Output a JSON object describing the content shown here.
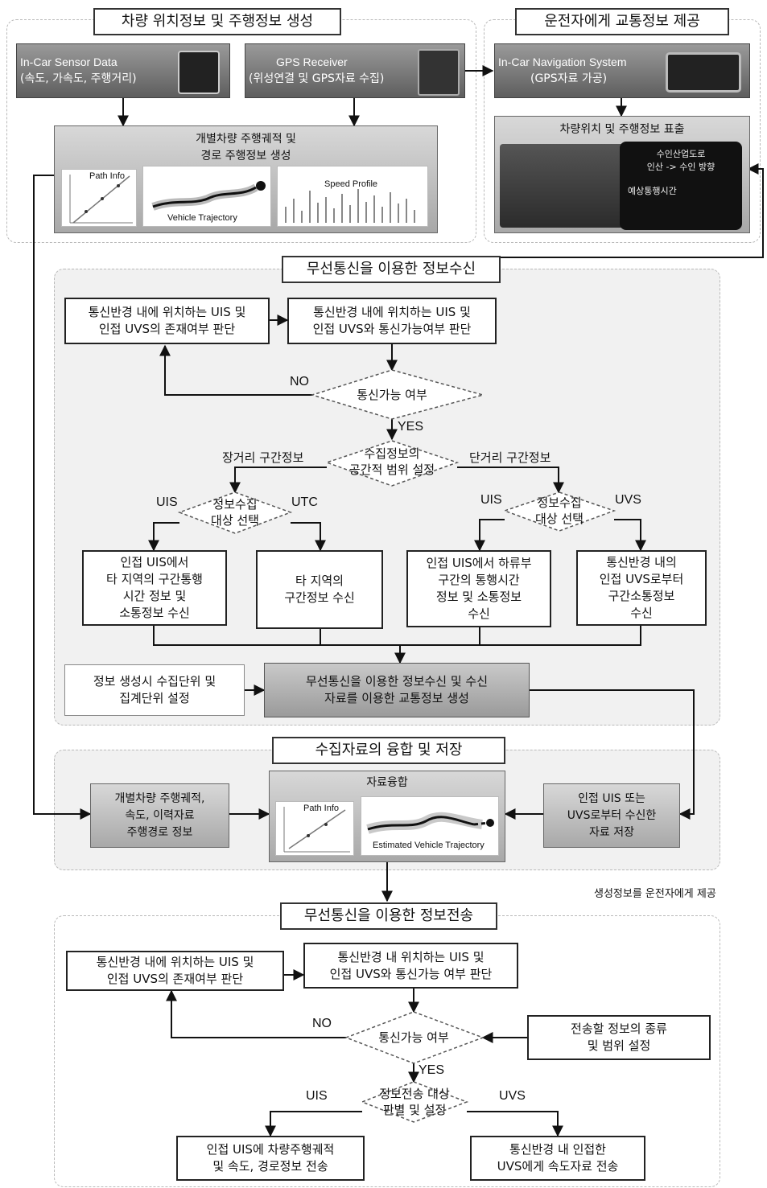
{
  "s1": {
    "title": "차량 위치정보 및 주행정보 생성",
    "sensor": {
      "line1": "In-Car Sensor Data",
      "line2": "(속도, 가속도, 주행거리)"
    },
    "gps": {
      "line1": "GPS Receiver",
      "line2": "(위성연결 및 GPS자료 수집)"
    },
    "traj": {
      "line1": "개별차량 주행궤적 및",
      "line2": "경로 주행정보 생성"
    },
    "path_info": "Path Info",
    "vehicle_trajectory": "Vehicle Trajectory",
    "speed_profile": "Speed Profile"
  },
  "s2": {
    "title": "운전자에게 교통정보 제공",
    "nav": {
      "line1": "In-Car Navigation System",
      "line2": "(GPS자료 가공)"
    },
    "display": {
      "title": "차량위치 및 주행정보 표출",
      "line1": "수인산업도로",
      "line2": "인산 -> 수인 방향",
      "line3": "예상통행시간"
    }
  },
  "s3": {
    "title": "무선통신을 이용한 정보수신",
    "box_a": {
      "line1": "통신반경 내에 위치하는 UIS 및",
      "line2": "인접 UVS의 존재여부 판단"
    },
    "box_b": {
      "line1": "통신반경 내에 위치하는 UIS 및",
      "line2": "인접 UVS와 통신가능여부 판단"
    },
    "no": "NO",
    "yes": "YES",
    "diamond_comm": "통신가능 여부",
    "diamond_range": {
      "line1": "수집정보의",
      "line2": "공간적 범위 설정"
    },
    "long": "장거리 구간정보",
    "short": "단거리 구간정보",
    "diamond_left": {
      "line1": "정보수집",
      "line2": "대상 선택"
    },
    "diamond_right": {
      "line1": "정보수집",
      "line2": "대상 선택"
    },
    "uis_l": "UIS",
    "utc": "UTC",
    "uis_r": "UIS",
    "uvs": "UVS",
    "box1": {
      "line1": "인접 UIS에서",
      "line2": "타 지역의 구간통행",
      "line3": "시간 정보 및",
      "line4": "소통정보 수신"
    },
    "box2": {
      "line1": "타 지역의",
      "line2": "구간정보 수신"
    },
    "box3": {
      "line1": "인접 UIS에서 하류부",
      "line2": "구간의 통행시간",
      "line3": "정보 및 소통정보",
      "line4": "수신"
    },
    "box4": {
      "line1": "통신반경 내의",
      "line2": "인접 UVS로부터",
      "line3": "구간소통정보",
      "line4": "수신"
    },
    "unit": {
      "line1": "정보 생성시 수집단위 및",
      "line2": "집계단위 설정"
    },
    "gen": {
      "line1": "무선통신을 이용한 정보수신 및 수신",
      "line2": "자료를 이용한 교통정보 생성"
    }
  },
  "s4": {
    "title": "수집자료의 융합 및 저장",
    "left": {
      "line1": "개별차량 주행궤적,",
      "line2": "속도, 이력자료",
      "line3": "주행경로 정보"
    },
    "center": {
      "title": "자료융합",
      "path_info": "Path Info",
      "est": "Estimated Vehicle Trajectory"
    },
    "right": {
      "line1": "인접 UIS 또는",
      "line2": "UVS로부터 수신한",
      "line3": "자료 저장"
    },
    "note": "생성정보를 운전자에게 제공"
  },
  "s5": {
    "title": "무선통신을 이용한 정보전송",
    "box_a": {
      "line1": "통신반경 내에 위치하는 UIS 및",
      "line2": "인접 UVS의 존재여부 판단"
    },
    "box_b": {
      "line1": "통신반경 내 위치하는 UIS 및",
      "line2": "인접 UVS와 통신가능 여부 판단"
    },
    "no": "NO",
    "yes": "YES",
    "diamond_comm": "통신가능 여부",
    "side": {
      "line1": "전송할 정보의 종류",
      "line2": "및 범위 설정"
    },
    "diamond_target": {
      "line1": "정보전송 대상",
      "line2": "판별 및 설정"
    },
    "uis": "UIS",
    "uvs": "UVS",
    "box_l": {
      "line1": "인접 UIS에 차량주행궤적",
      "line2": "및 속도, 경로정보 전송"
    },
    "box_r": {
      "line1": "통신반경 내 인접한",
      "line2": "UVS에게 속도자료 전송"
    }
  }
}
